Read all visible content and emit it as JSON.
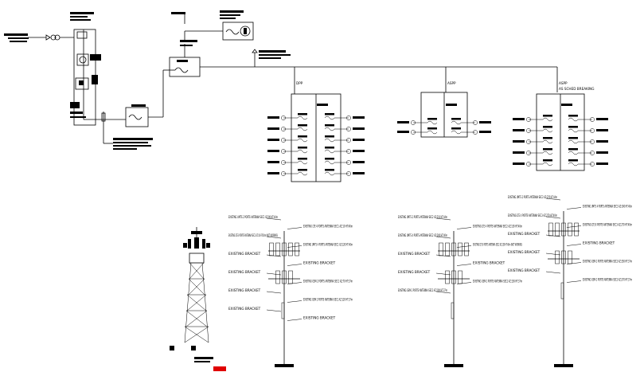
{
  "panels": {
    "dpp": {
      "tag": "DPP"
    },
    "aspp1": {
      "tag": "ASPP"
    },
    "aspp2": {
      "tag": "ASPP",
      "subtitle": "AS SCHED BREAKING"
    }
  },
  "pole_sections": [
    {
      "id": "pole-1",
      "labels": [
        {
          "text": "EXISTING UMTS 2 PORTS ANTENNA SEC1 AZ:90 HT:44m"
        },
        {
          "text": "EXISTING LTE 4 PORTS ANTENNA SEC1 AZ:10 HT:40m"
        },
        {
          "text": "EXISTING LTE 8 PORTS ANTENNA SEC1 AZ:10 HT:40m (NOT WORKING)"
        },
        {
          "text": "EXISTING UMTS 4 PORTS ANTENNA SEC1 AZ:120 HT:40m"
        },
        {
          "text": "EXISTING BRACKET"
        },
        {
          "text": "EXISTING BRACKET"
        },
        {
          "text": "EXISTING BRACKET"
        },
        {
          "text": "EXISTING GSM 2 PORTS ANTENNA SEC1 AZ:70 HT:37m"
        },
        {
          "text": "EXISTING BRACKET"
        },
        {
          "text": "EXISTING GSM 2 PORTS ANTENNA SEC1 AZ:120 HT:37m"
        },
        {
          "text": "EXISTING BRACKET"
        },
        {
          "text": "EXISTING BRACKET"
        }
      ]
    },
    {
      "id": "pole-2",
      "labels": [
        {
          "text": "EXISTING UMTS 2 PORTS ANTENNA SEC2 AZ:210 HT:44m"
        },
        {
          "text": "EXISTING LTE 4 PORTS ANTENNA SEC2 AZ:150 HT:40m"
        },
        {
          "text": "EXISTING UMTS 4 PORTS ANTENNA SEC2 AZ:200 HT:40m"
        },
        {
          "text": "EXISTING LTE 8 PORTS ANTENNA SEC2 AZ:150 HT:40m (NOT WORKING)"
        },
        {
          "text": "EXISTING BRACKET"
        },
        {
          "text": "EXISTING BRACKET"
        },
        {
          "text": "EXISTING BRACKET"
        },
        {
          "text": "EXISTING GSM 2 PORTS ANTENNA SEC2 AZ:150 HT:37m"
        },
        {
          "text": "EXISTING GSM 2 PORTS ANTENNA SEC2 AZ:200 HT:37m"
        }
      ]
    },
    {
      "id": "pole-3",
      "labels": [
        {
          "text": "EXISTING UMTS 2 PORTS ANTENNA SEC3 AZ:270 HT:44m"
        },
        {
          "text": "EXISTING UMTS 4 PORTS ANTENNA SEC3 AZ:300 HT:40m"
        },
        {
          "text": "EXISTING LTE 4 PORTS ANTENNA SEC3 AZ:270 HT:40m"
        },
        {
          "text": "EXISTING LTE 8 PORTS ANTENNA SEC3 AZ:270 HT:40m"
        },
        {
          "text": "EXISTING BRACKET"
        },
        {
          "text": "EXISTING BRACKET"
        },
        {
          "text": "EXISTING BRACKET"
        },
        {
          "text": "EXISTING GSM 2 PORTS ANTENNA SEC3 AZ:350 HT:37m"
        },
        {
          "text": "EXISTING BRACKET"
        },
        {
          "text": "EXISTING GSM 2 PORTS ANTENNA SEC3 AZ:270 HT:37m"
        }
      ]
    }
  ],
  "colors": {
    "ink": "#000000",
    "highlight": "#e00000",
    "paper": "#ffffff"
  }
}
